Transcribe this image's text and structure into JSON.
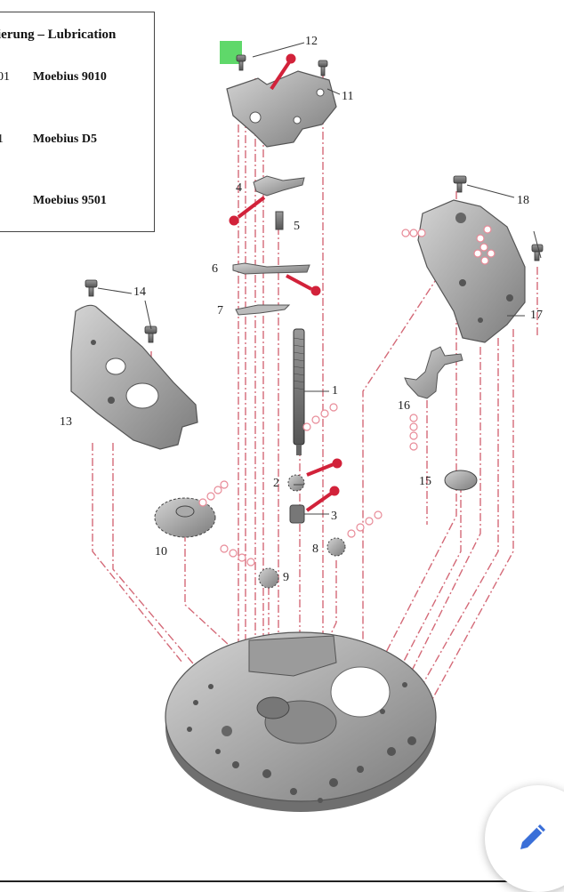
{
  "legend": {
    "title": "ierung – Lubrication",
    "entries": [
      {
        "code": "01",
        "name": "Moebius 9010"
      },
      {
        "code": "1",
        "name": "Moebius D5"
      },
      {
        "code": "",
        "name": "Moebius 9501"
      }
    ]
  },
  "parts": [
    "1",
    "2",
    "3",
    "4",
    "5",
    "6",
    "7",
    "8",
    "9",
    "10",
    "11",
    "12",
    "13",
    "14",
    "15",
    "16",
    "17",
    "18"
  ],
  "colors": {
    "oil_marker_red": "#d2223a",
    "oil_marker_pink": "#f3a8b2",
    "dashdot_line": "#d46a78",
    "metal_fill": "#a9a9a9",
    "highlight_green": "#5fd86a",
    "fab_icon": "#3a6fd8"
  },
  "fab": {
    "icon": "pencil-icon"
  }
}
